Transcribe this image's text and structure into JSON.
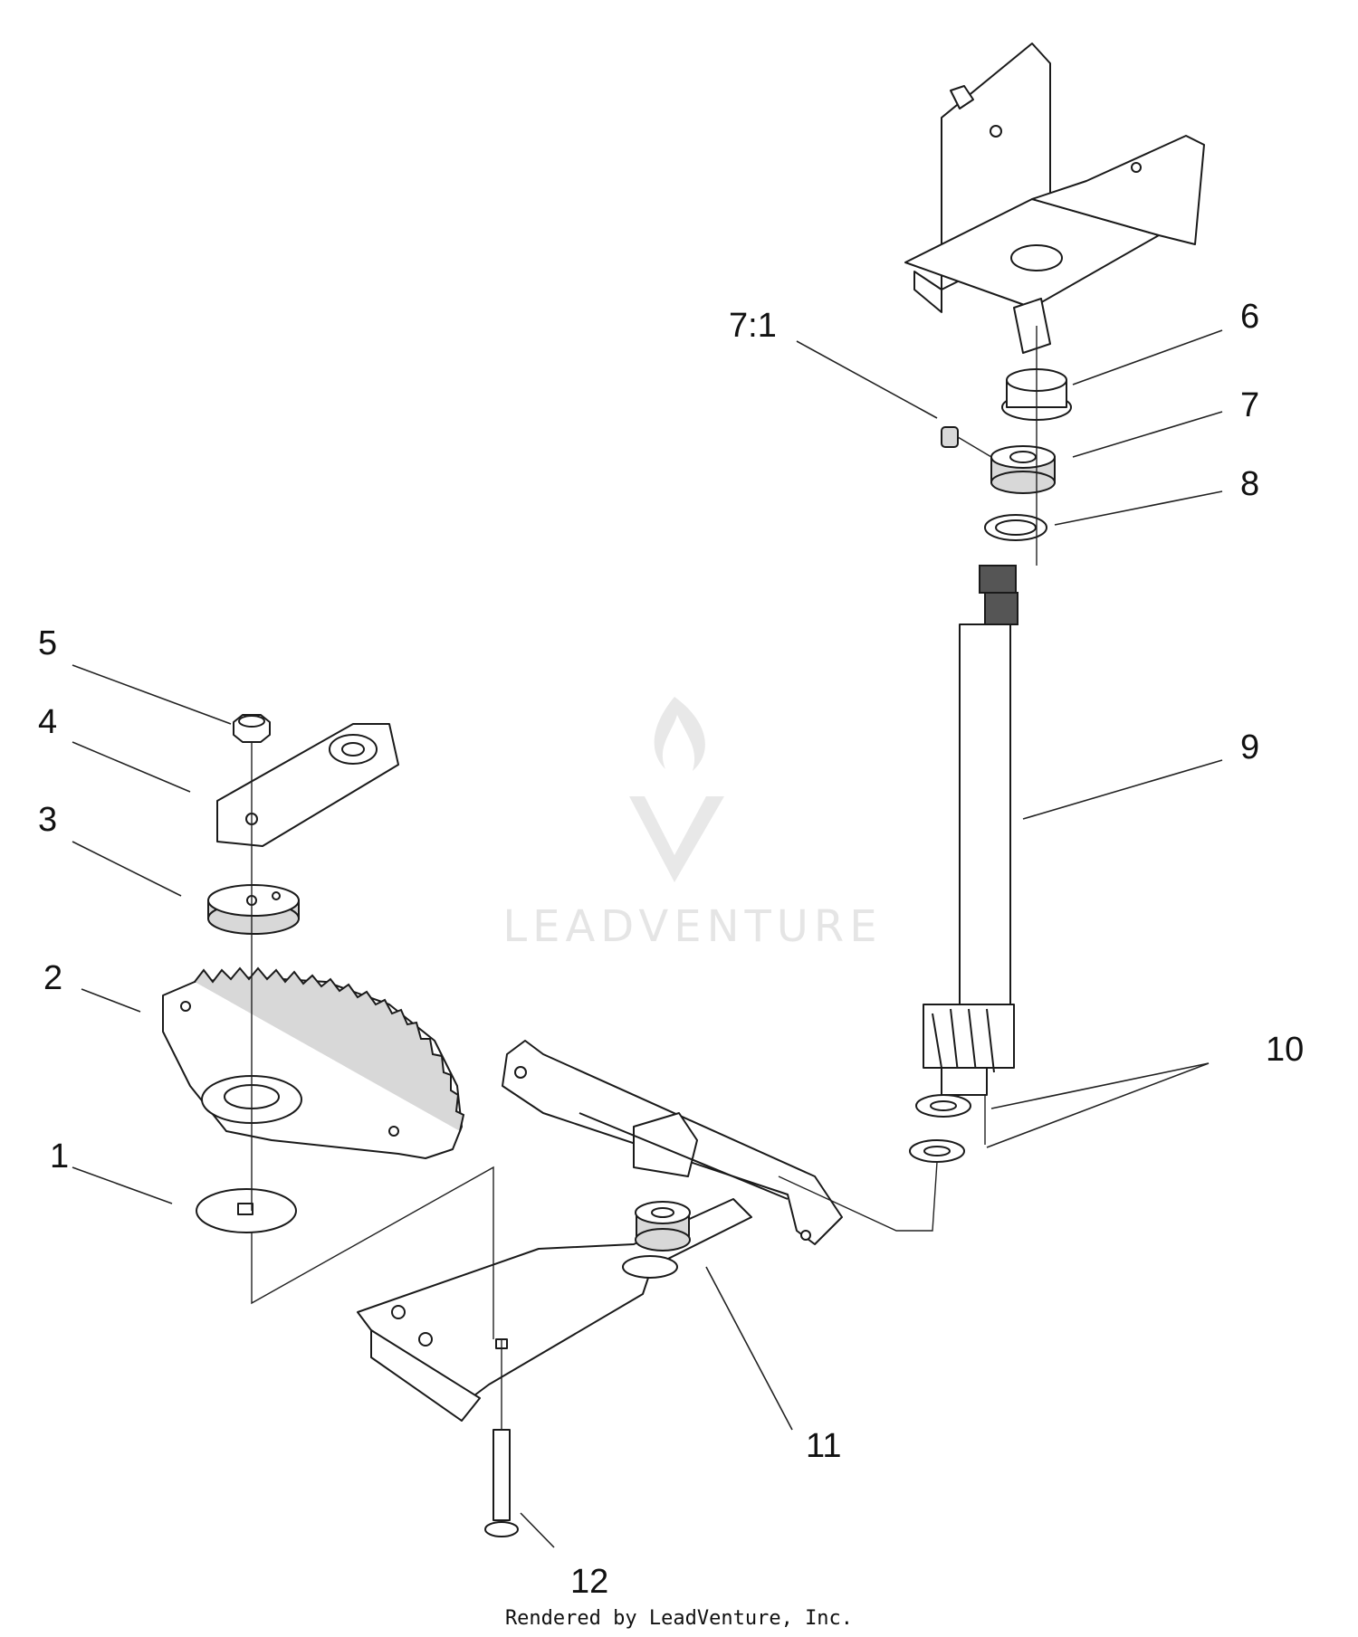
{
  "callouts": {
    "c1": "1",
    "c2": "2",
    "c3": "3",
    "c4": "4",
    "c5": "5",
    "c6": "6",
    "c7": "7",
    "c7_1": "7:1",
    "c8": "8",
    "c9": "9",
    "c10": "10",
    "c11": "11",
    "c12": "12"
  },
  "watermark": "LEADVENTURE",
  "footer": "Rendered by LeadVenture, Inc."
}
